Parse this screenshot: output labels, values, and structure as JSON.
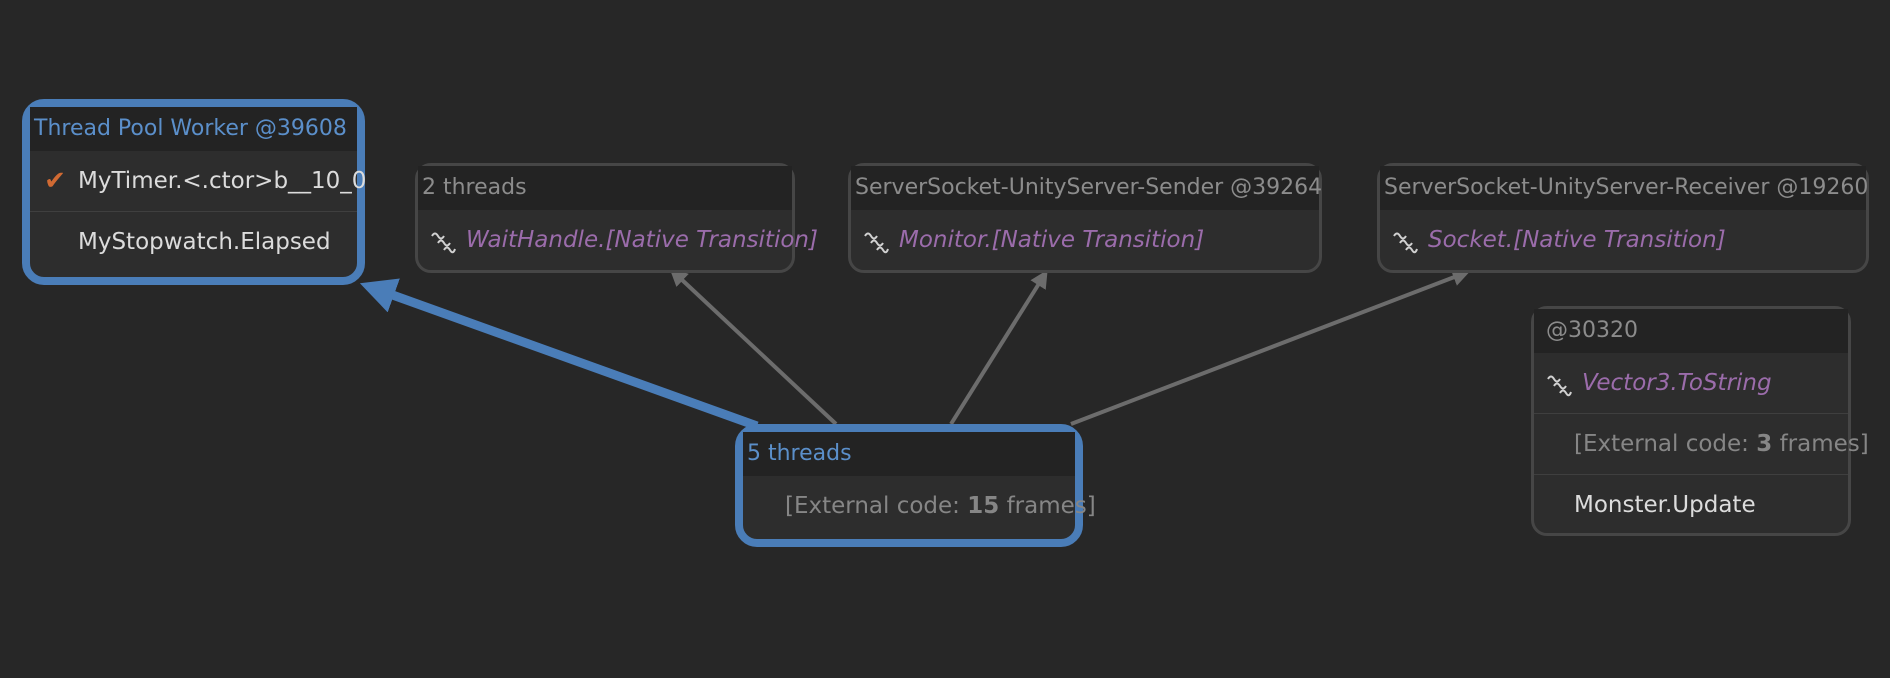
{
  "diagram": {
    "nodes": {
      "worker": {
        "title": "Thread Pool Worker @39608",
        "frames": [
          {
            "label": "MyTimer.<.ctor>b__10_0",
            "icon": "checkmark-icon"
          },
          {
            "label": "MyStopwatch.Elapsed"
          }
        ]
      },
      "two_threads": {
        "title": "2 threads",
        "frames": [
          {
            "label": "WaitHandle.[Native Transition]",
            "icon": "native-transition-icon"
          }
        ]
      },
      "sender": {
        "title": "ServerSocket-UnityServer-Sender @39264",
        "frames": [
          {
            "label": "Monitor.[Native Transition]",
            "icon": "native-transition-icon"
          }
        ]
      },
      "receiver": {
        "title": "ServerSocket-UnityServer-Receiver @19260",
        "frames": [
          {
            "label": "Socket.[Native Transition]",
            "icon": "native-transition-icon"
          }
        ]
      },
      "t30320": {
        "title": "@30320",
        "frames": [
          {
            "label": "Vector3.ToString",
            "icon": "native-transition-icon"
          },
          {
            "prefix": "[External code: ",
            "count": "3",
            "suffix": " frames]"
          },
          {
            "label": "Monster.Update"
          }
        ]
      },
      "five_threads": {
        "title": "5 threads",
        "frames": [
          {
            "prefix": "[External code: ",
            "count": "15",
            "suffix": " frames]"
          }
        ]
      }
    },
    "edges": [
      {
        "from": "5 threads",
        "to": "Thread Pool Worker @39608",
        "highlighted": true
      },
      {
        "from": "5 threads",
        "to": "2 threads",
        "highlighted": false
      },
      {
        "from": "5 threads",
        "to": "ServerSocket-UnityServer-Sender @39264",
        "highlighted": false
      },
      {
        "from": "5 threads",
        "to": "ServerSocket-UnityServer-Receiver @19260",
        "highlighted": false
      }
    ],
    "colors": {
      "background": "#272727",
      "selection": "#4a7db8",
      "edge": "#6c6c6c",
      "native_frame": "#9b6cab",
      "check": "#d06a33"
    }
  }
}
